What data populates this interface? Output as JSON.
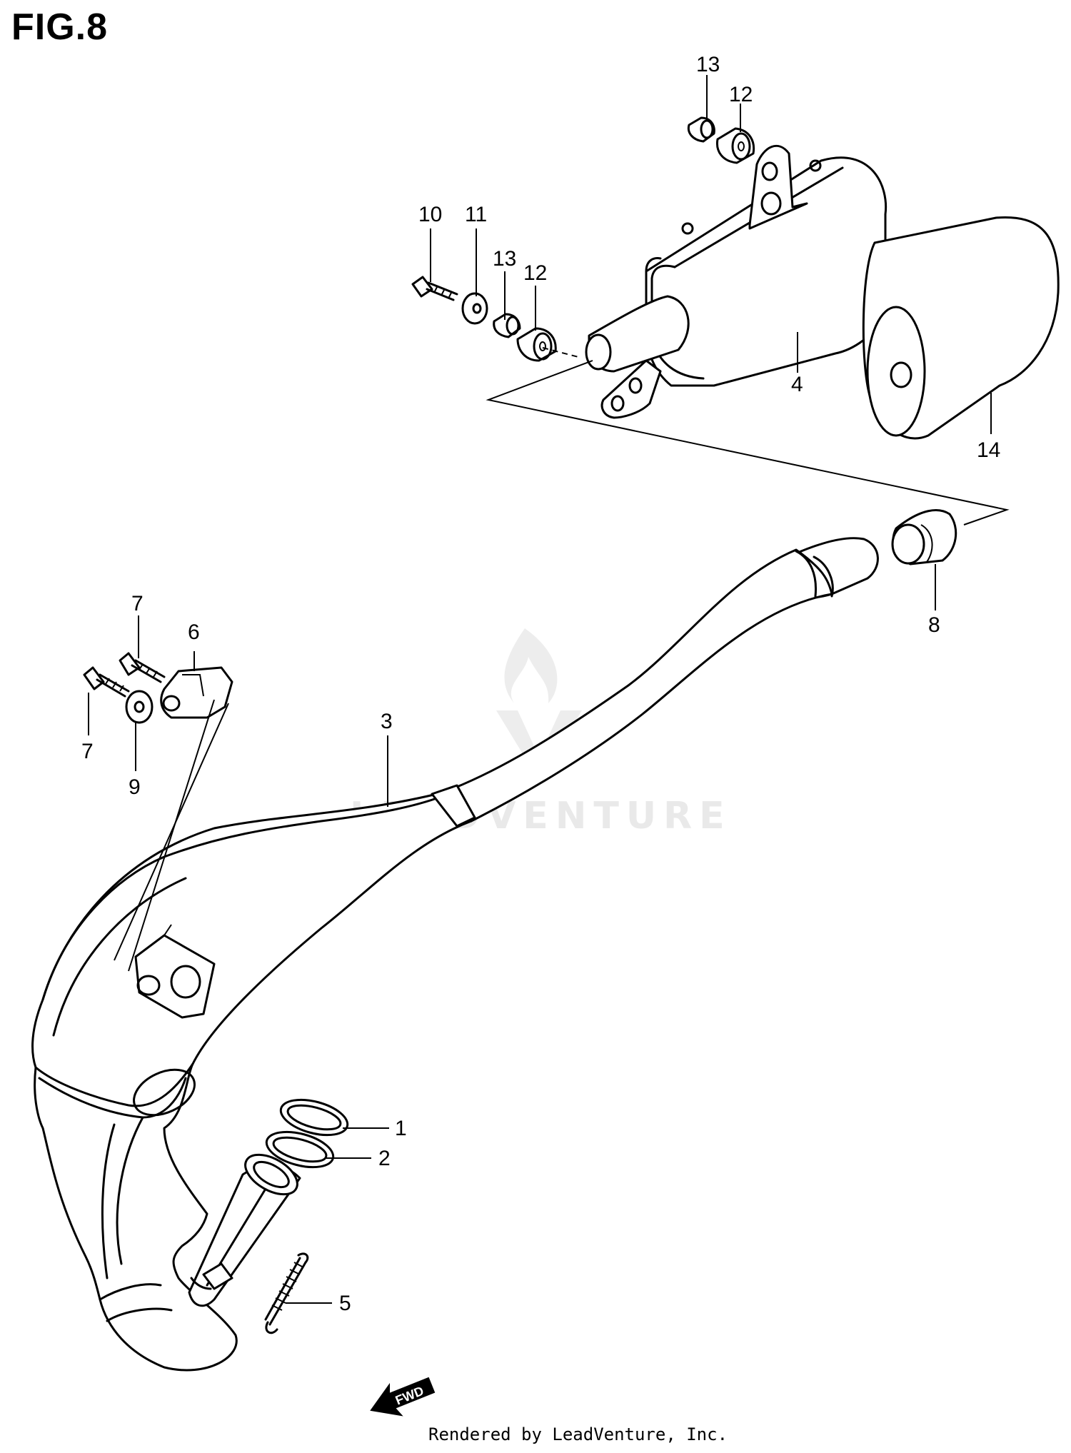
{
  "title": "FIG.8",
  "watermark": "LEADVENTURE",
  "fwd_label": "FWD",
  "footer": "Rendered by LeadVenture, Inc.",
  "callouts": [
    "1",
    "2",
    "3",
    "4",
    "5",
    "6",
    "7",
    "7",
    "8",
    "9",
    "10",
    "11",
    "12",
    "12",
    "13",
    "13",
    "14"
  ],
  "colors": {
    "line": "#000000",
    "background": "#ffffff",
    "watermark": "#e9e9e9"
  }
}
